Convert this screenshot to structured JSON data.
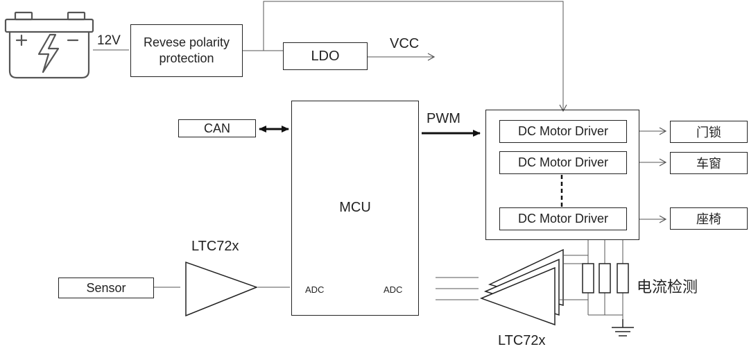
{
  "supply": {
    "voltage_label": "12V",
    "vcc_label": "VCC"
  },
  "blocks": {
    "reverse_polarity": "Revese polarity protection",
    "ldo": "LDO",
    "can": "CAN",
    "mcu": "MCU",
    "pwm": "PWM",
    "sensor": "Sensor",
    "adc_left": "ADC",
    "adc_right": "ADC",
    "amp_left": "LTC72x",
    "amp_right": "LTC72x",
    "current_sense": "电流检测"
  },
  "drivers": [
    {
      "label": "DC Motor Driver",
      "output": "门锁"
    },
    {
      "label": "DC Motor Driver",
      "output": "车窗"
    },
    {
      "label": "DC Motor Driver",
      "output": "座椅"
    }
  ],
  "icons": [
    "battery-icon",
    "ground-icon",
    "resistor-icon"
  ],
  "colors": {
    "line": "#222222",
    "background": "#ffffff"
  }
}
